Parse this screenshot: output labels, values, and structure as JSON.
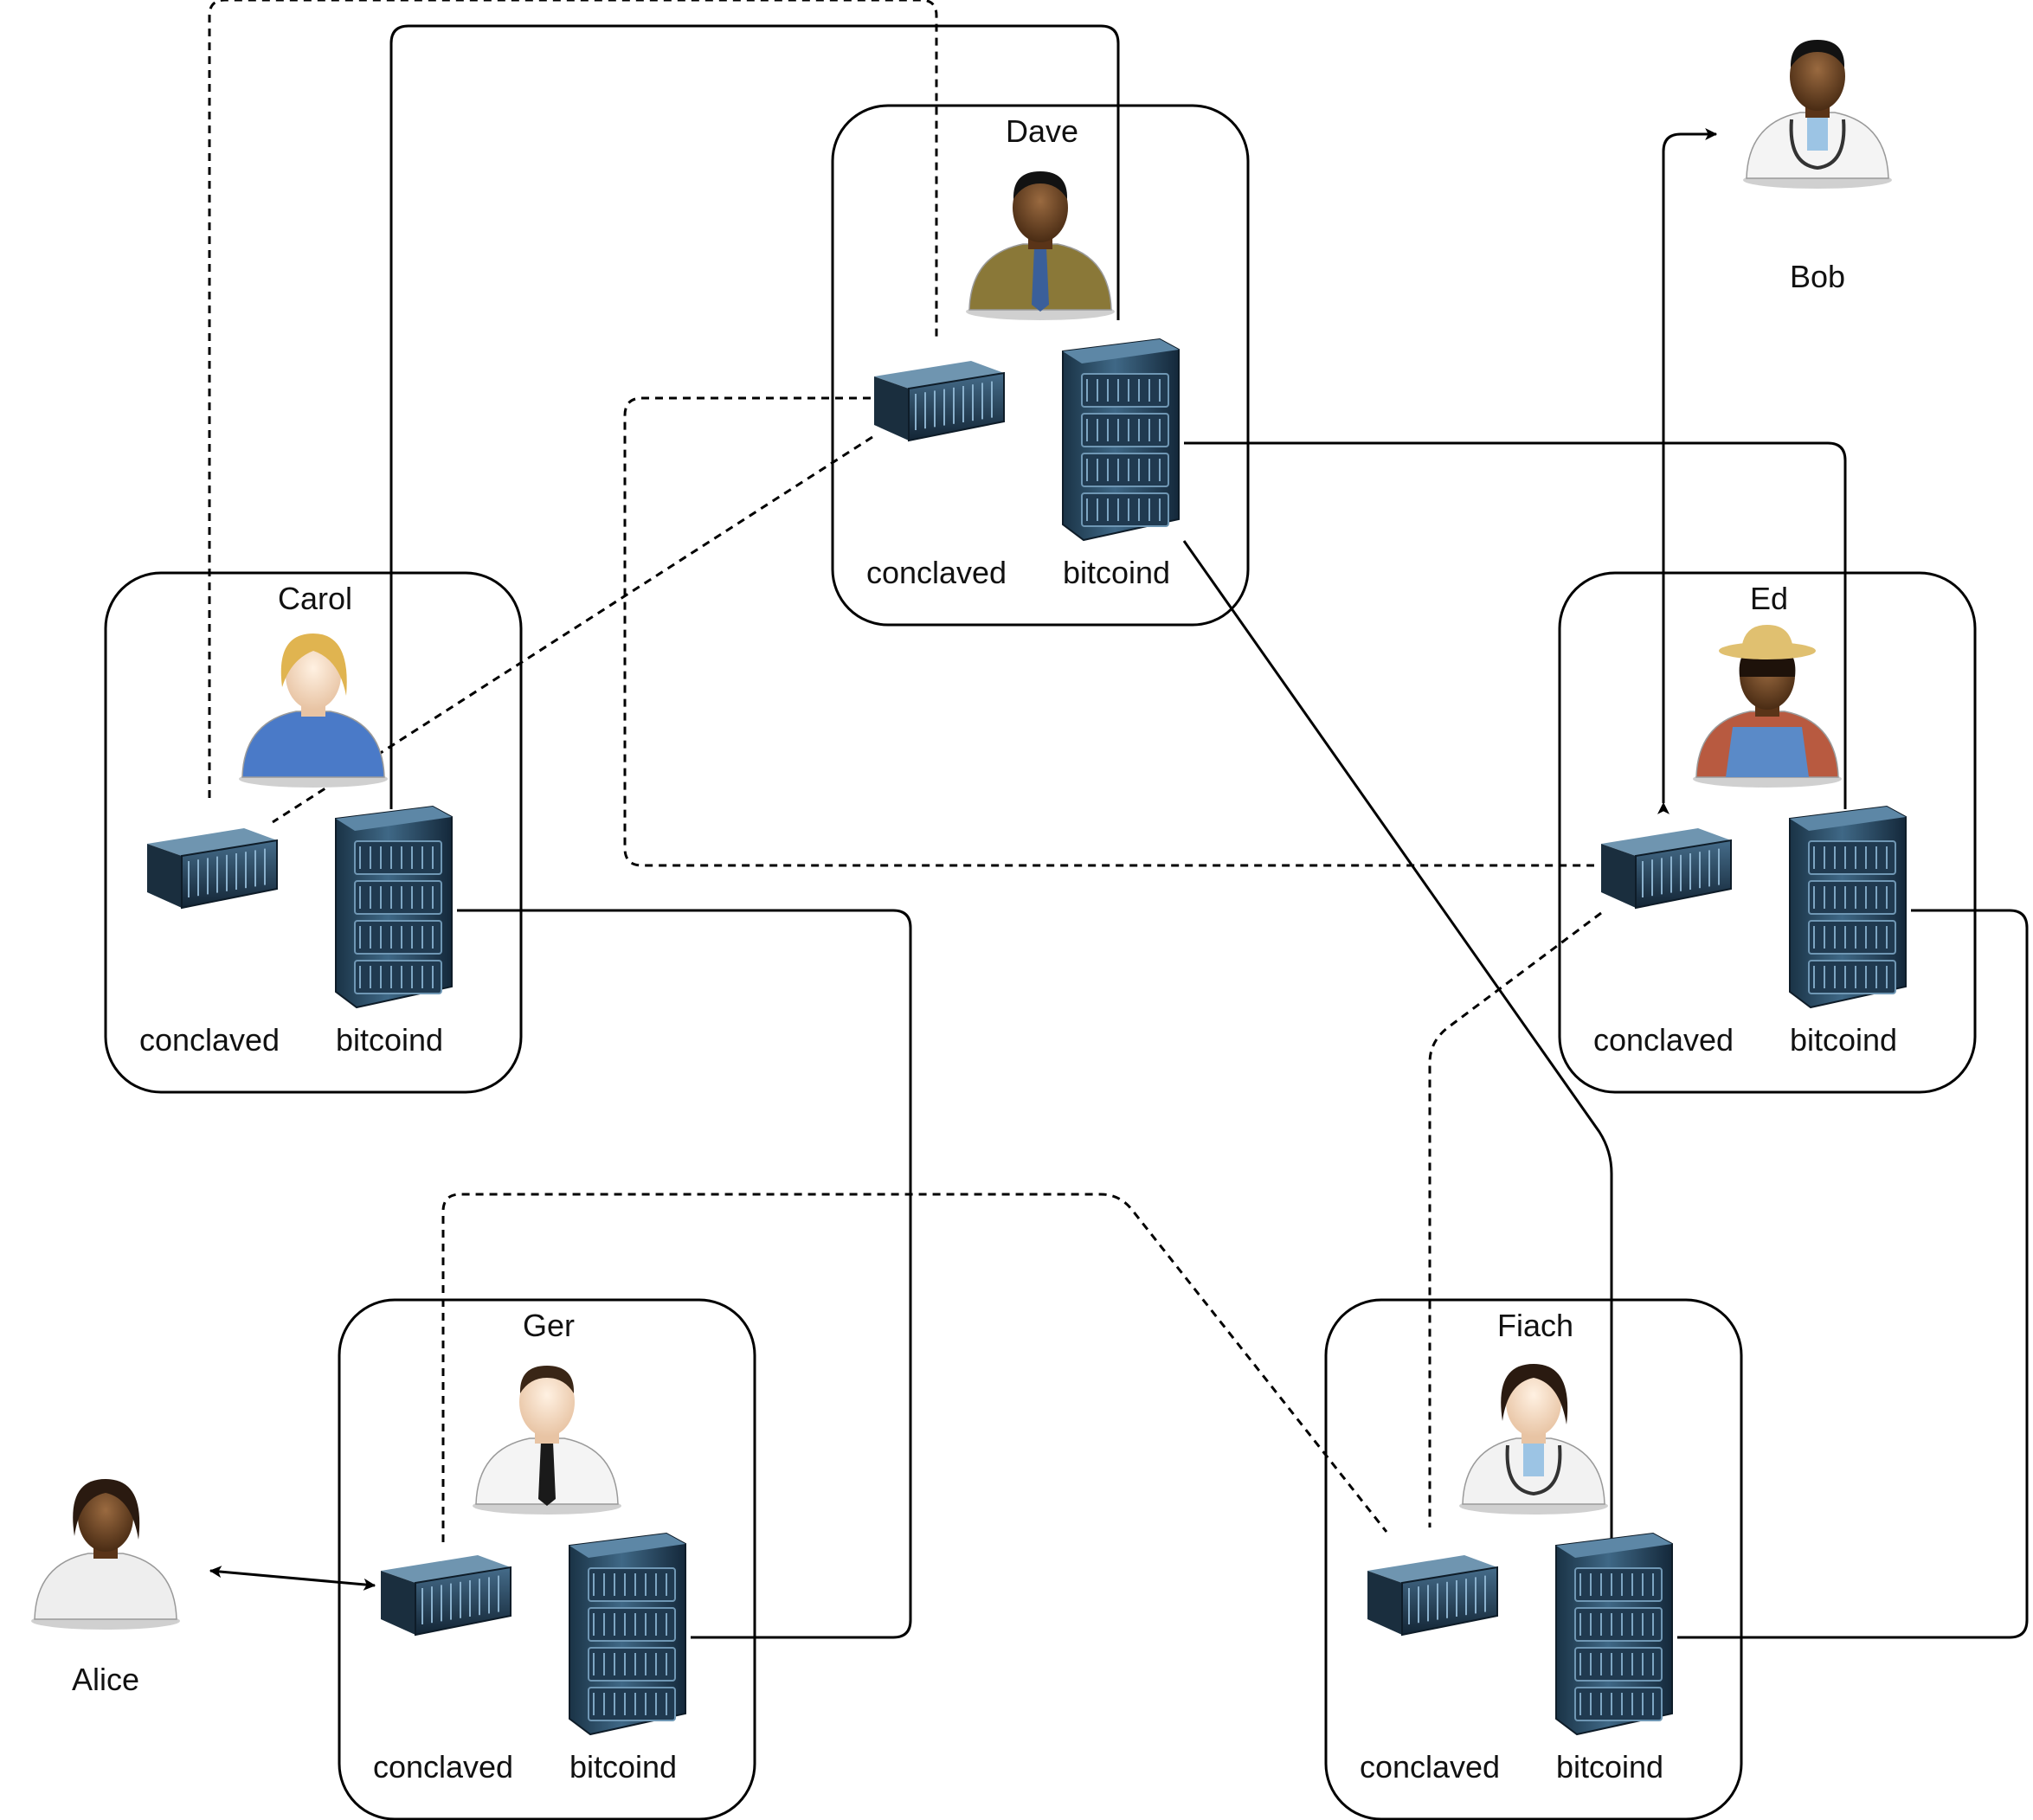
{
  "nodes": [
    {
      "id": "dave",
      "label": "Dave",
      "daemons": {
        "conclaved": "conclaved",
        "bitcoind": "bitcoind"
      }
    },
    {
      "id": "carol",
      "label": "Carol",
      "daemons": {
        "conclaved": "conclaved",
        "bitcoind": "bitcoind"
      }
    },
    {
      "id": "ed",
      "label": "Ed",
      "daemons": {
        "conclaved": "conclaved",
        "bitcoind": "bitcoind"
      }
    },
    {
      "id": "ger",
      "label": "Ger",
      "daemons": {
        "conclaved": "conclaved",
        "bitcoind": "bitcoind"
      }
    },
    {
      "id": "fiach",
      "label": "Fiach",
      "daemons": {
        "conclaved": "conclaved",
        "bitcoind": "bitcoind"
      }
    }
  ],
  "external_users": [
    {
      "id": "bob",
      "label": "Bob"
    },
    {
      "id": "alice",
      "label": "Alice"
    }
  ],
  "connections": {
    "solid_bitcoind_links": [
      [
        "carol",
        "dave"
      ],
      [
        "dave",
        "ed"
      ],
      [
        "dave",
        "fiach"
      ],
      [
        "carol",
        "ger"
      ],
      [
        "ed",
        "fiach"
      ]
    ],
    "dashed_conclaved_links": [
      [
        "carol",
        "dave"
      ],
      [
        "dave",
        "carol"
      ],
      [
        "dave",
        "ed"
      ],
      [
        "ed",
        "fiach"
      ],
      [
        "ger",
        "fiach"
      ]
    ],
    "user_links": [
      [
        "bob",
        "ed"
      ],
      [
        "alice",
        "ger"
      ]
    ]
  },
  "colors": {
    "line": "#000000",
    "server_dark": "#16293a",
    "server_light": "#4e7898",
    "suit_olive": "#8a7838",
    "blazer_blue": "#4a7ac8",
    "overalls_blue": "#5a8ac8",
    "shirt_rust": "#b85a40",
    "hat_straw": "#e0c070"
  },
  "icons": {
    "server": "rack-server-icon",
    "box": "box-server-icon",
    "person": "person-icon"
  }
}
